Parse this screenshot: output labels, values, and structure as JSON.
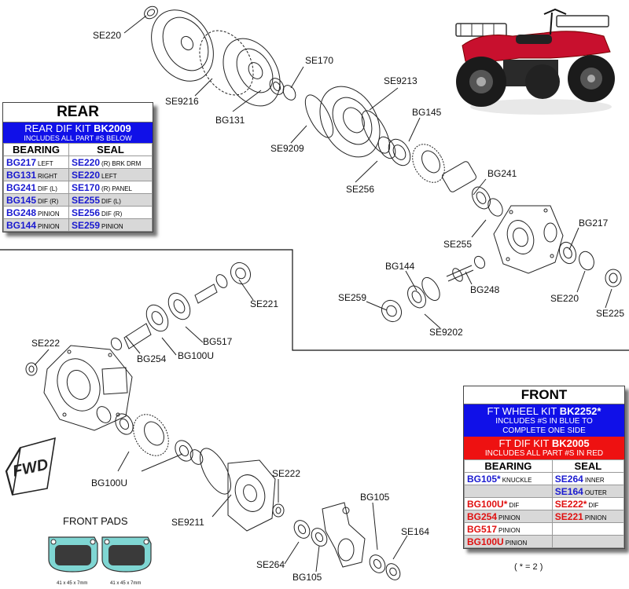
{
  "labels": {
    "se220_top": "SE220",
    "se9216": "SE9216",
    "bg131": "BG131",
    "se170": "SE170",
    "se9213": "SE9213",
    "bg145": "BG145",
    "se9209": "SE9209",
    "se256": "SE256",
    "bg241": "BG241",
    "se255": "SE255",
    "bg217": "BG217",
    "bg144": "BG144",
    "se259": "SE259",
    "bg248": "BG248",
    "se220_right": "SE220",
    "se225": "SE225",
    "se9202": "SE9202",
    "se221": "SE221",
    "se222_left": "SE222",
    "bg254": "BG254",
    "bg100u_a": "BG100U",
    "bg517": "BG517",
    "bg100u_b": "BG100U",
    "se222_mid": "SE222",
    "se9211": "SE9211",
    "bg105_top": "BG105",
    "se164": "SE164",
    "se264": "SE264",
    "bg105_bottom": "BG105",
    "fwd": "FWD"
  },
  "front_pads": {
    "title": "FRONT PADS",
    "dim_left": "41 x 45 x 7mm",
    "dim_right": "41 x 45 x 7mm"
  },
  "rear": {
    "title": "REAR",
    "kit_line1_prefix": "REAR DIF KIT ",
    "kit_code": "BK2009",
    "kit_line2": "INCLUDES ALL PART #S BELOW",
    "col_bearing": "BEARING",
    "col_seal": "SEAL",
    "rows": [
      {
        "b": "BG217",
        "bd": "LEFT",
        "s": "SE220",
        "sd": "(R) BRK DRM"
      },
      {
        "b": "BG131",
        "bd": "RIGHT",
        "s": "SE220",
        "sd": "LEFT"
      },
      {
        "b": "BG241",
        "bd": "DIF (L)",
        "s": "SE170",
        "sd": "(R) PANEL"
      },
      {
        "b": "BG145",
        "bd": "DIF (R)",
        "s": "SE255",
        "sd": "DIF (L)"
      },
      {
        "b": "BG248",
        "bd": "PINION",
        "s": "SE256",
        "sd": "DIF (R)"
      },
      {
        "b": "BG144",
        "bd": "PINION",
        "s": "SE259",
        "sd": "PINION"
      }
    ]
  },
  "front": {
    "title": "FRONT",
    "wheel_prefix": "FT WHEEL KIT ",
    "wheel_code": "BK2252*",
    "wheel_line2": "INCLUDES #S IN BLUE TO",
    "wheel_line3": "COMPLETE ONE SIDE",
    "dif_prefix": "FT DIF KIT ",
    "dif_code": "BK2005",
    "dif_line2": "INCLUDES ALL PART #S IN RED",
    "col_bearing": "BEARING",
    "col_seal": "SEAL",
    "rows": [
      {
        "b": "BG105*",
        "bd": "KNUCKLE",
        "bc": "b",
        "s": "SE264",
        "sd": "INNER",
        "sc": "b"
      },
      {
        "b": "",
        "bd": "",
        "bc": "b",
        "s": "SE164",
        "sd": "OUTER",
        "sc": "b"
      },
      {
        "b": "BG100U*",
        "bd": "DIF",
        "bc": "r",
        "s": "SE222*",
        "sd": "DIF",
        "sc": "r"
      },
      {
        "b": "BG254",
        "bd": "PINION",
        "bc": "r",
        "s": "SE221",
        "sd": "PINION",
        "sc": "r"
      },
      {
        "b": "BG517",
        "bd": "PINION",
        "bc": "r",
        "s": "",
        "sd": "",
        "sc": "r"
      },
      {
        "b": "BG100U",
        "bd": "PINION",
        "bc": "r",
        "s": "",
        "sd": "",
        "sc": "r"
      }
    ],
    "footnote": "( * = 2 )"
  },
  "colors": {
    "blue": "#1010e8",
    "red": "#ee1111",
    "atv_red": "#c8102e"
  }
}
